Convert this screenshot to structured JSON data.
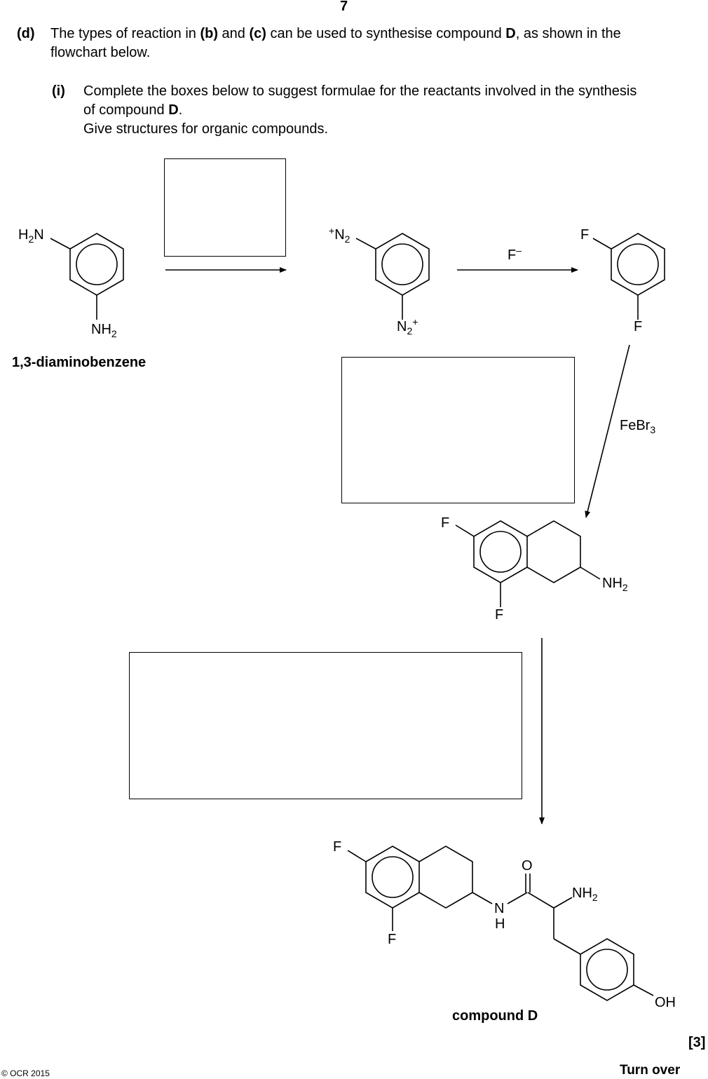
{
  "page_number": "7",
  "part_d": {
    "label": "(d)",
    "text_pre": "The types of reaction in ",
    "ref_b": "(b)",
    "text_and": " and ",
    "ref_c": "(c)",
    "text_mid": " can be used to synthesise compound ",
    "ref_D": "D",
    "text_post": ", as shown in the",
    "line2": "flowchart below."
  },
  "part_i": {
    "label": "(i)",
    "line1": "Complete the boxes below to suggest formulae for the reactants involved in the synthesis",
    "line2_pre": "of compound ",
    "line2_D": "D",
    "line2_post": ".",
    "line3": "Give structures for organic compounds."
  },
  "flowchart": {
    "start_name": "1,3-diaminobenzene",
    "reagent_fluoride": "F",
    "reagent_fluoride_charge": "–",
    "catalyst": "FeBr",
    "catalyst_sub": "3",
    "product_name": "compound D"
  },
  "atoms": {
    "h": "H",
    "n": "N",
    "two": "2",
    "f": "F",
    "o": "O",
    "oh": "OH",
    "plus": "+",
    "nh": "NH"
  },
  "marks": "[3]",
  "copyright": "© OCR 2015",
  "turn_over": "Turn over"
}
